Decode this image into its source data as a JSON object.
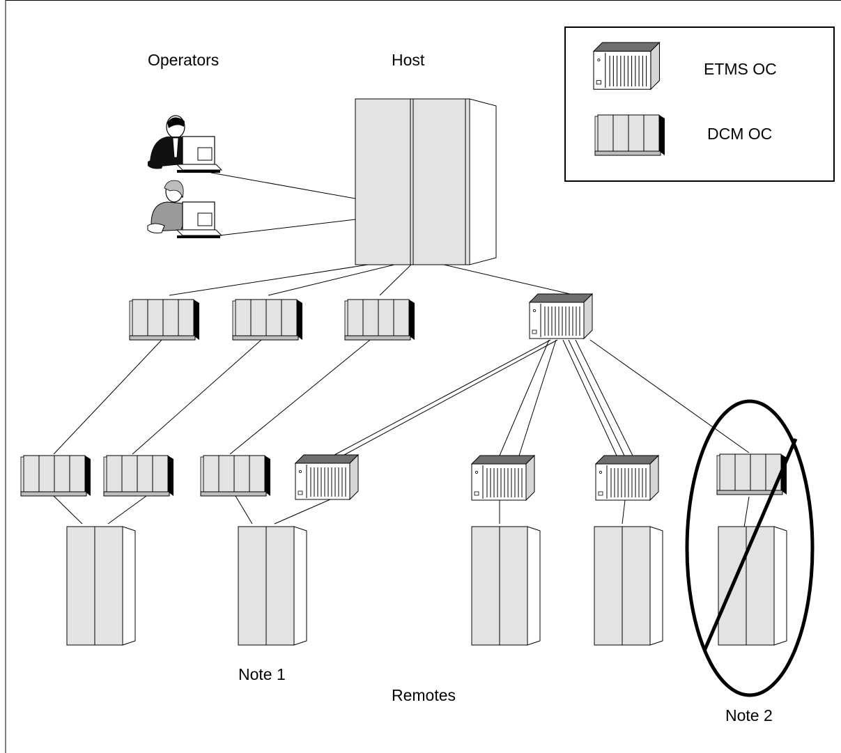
{
  "labels": {
    "operators": "Operators",
    "host": "Host",
    "note1": "Note 1",
    "remotes": "Remotes",
    "note2": "Note 2"
  },
  "legend": {
    "etms_label": "ETMS OC",
    "dcm_label": "DCM OC"
  },
  "colors": {
    "device_fill": "#e3e3e3",
    "device_top": "#6e6e6e",
    "stroke": "#000000",
    "background": "#ffffff"
  }
}
